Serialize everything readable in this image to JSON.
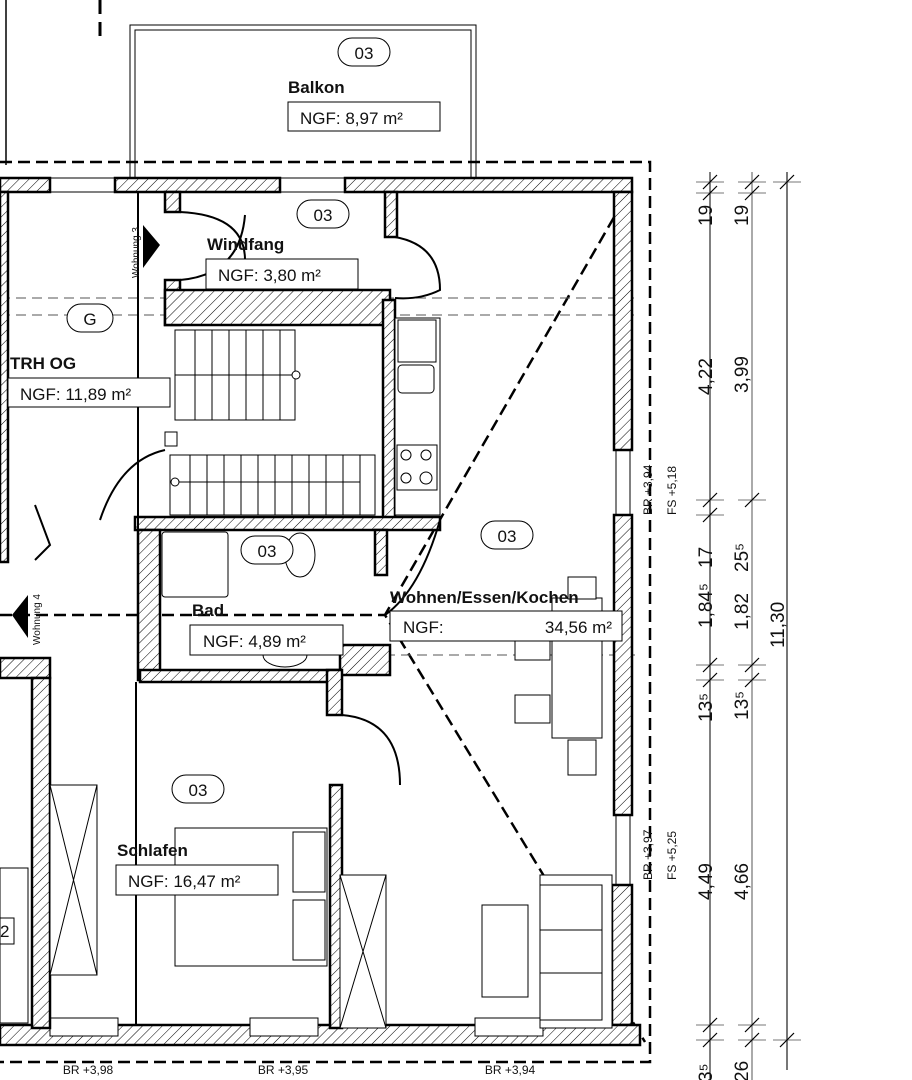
{
  "rooms": {
    "balkon": {
      "number": "03",
      "name": "Balkon",
      "area": "NGF: 8,97 m²"
    },
    "windfang": {
      "number": "03",
      "name": "Windfang",
      "area": "NGF: 3,80 m²"
    },
    "trh_og": {
      "number": "G",
      "name": "TRH OG",
      "area": "NGF: 11,89 m²"
    },
    "bad": {
      "number": "03",
      "name": "Bad",
      "area": "NGF: 4,89 m²"
    },
    "wohnen": {
      "number": "03",
      "name": "Wohnen/Essen/Kochen",
      "area_label": "NGF:",
      "area_value": "34,56 m²"
    },
    "schlafen": {
      "number": "03",
      "name": "Schlafen",
      "area": "NGF: 16,47 m²"
    }
  },
  "unit_labels": {
    "wohnung3": "Wohnung 3",
    "wohnung4": "Wohnung 4"
  },
  "levels": {
    "right_top_br": "BR +3,94",
    "right_top_fs": "FS +5,18",
    "right_bottom_br": "BR +3,97",
    "right_bottom_fs": "FS +5,25",
    "bottom_1": "BR +3,98",
    "bottom_2": "BR +3,95",
    "bottom_3": "BR +3,94"
  },
  "dimensions": {
    "col1": [
      "19",
      "4,22",
      "17",
      "1,84⁵",
      "13⁵",
      "4,49",
      "3⁵"
    ],
    "col2": [
      "19",
      "3,99",
      "25⁵",
      "1,82",
      "13⁵",
      "4,66",
      "26"
    ],
    "total": "11,30"
  },
  "partial_left_label": "2"
}
